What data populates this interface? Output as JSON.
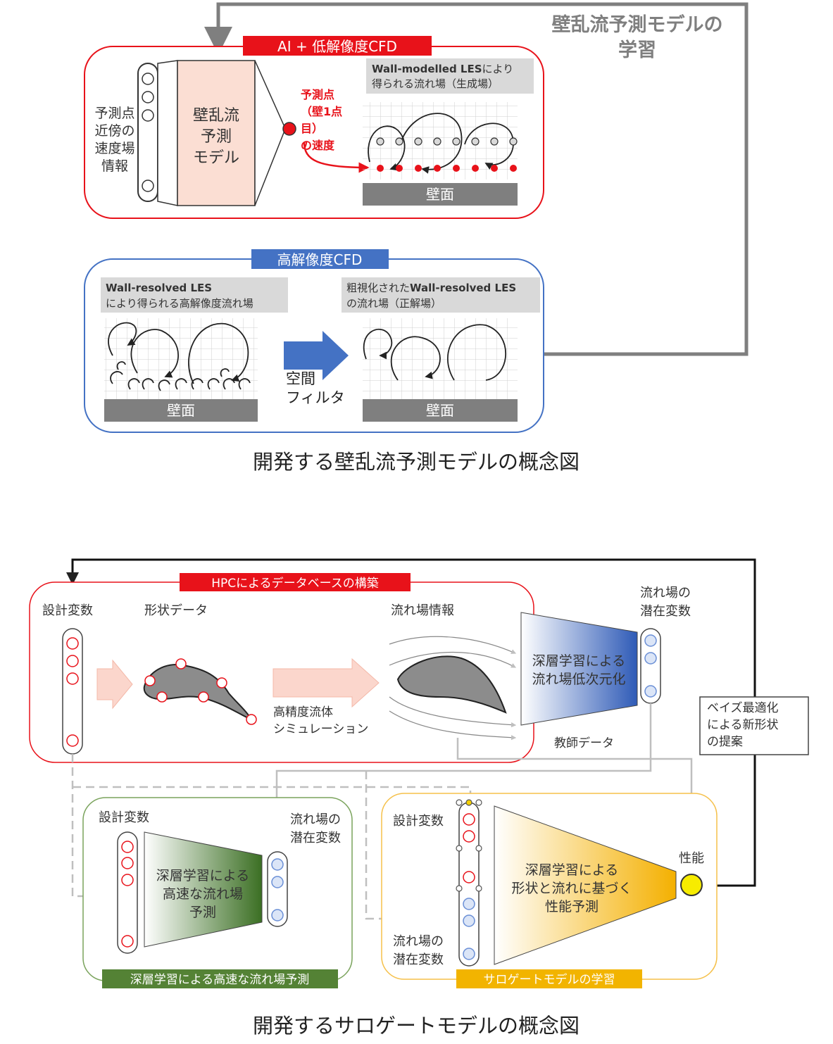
{
  "top": {
    "loop_label": [
      "壁乱流予測モデルの",
      "学習"
    ],
    "ai_panel": {
      "title": "AI + 低解像度CFD",
      "input_label": [
        "予測点",
        "近傍の",
        "速度場",
        "情報"
      ],
      "model_label": [
        "壁乱流",
        "予測",
        "モデル"
      ],
      "output_label": [
        "予測点",
        "（壁1点",
        "目）",
        "の速度"
      ],
      "field_title_bold": "Wall-modelled LES",
      "field_title_rest": "により",
      "field_title_line2": "得られる流れ場（生成場）",
      "wall": "壁面"
    },
    "hr_panel": {
      "title": "高解像度CFD",
      "left_title_bold": "Wall-resolved LES",
      "left_title_line2": "により得られる高解像度流れ場",
      "right_title_pre": "粗視化された",
      "right_title_bold": "Wall-resolved LES",
      "right_title_line2": "の流れ場（正解場）",
      "filter_label": [
        "空間",
        "フィルタ"
      ],
      "wall_left": "壁面",
      "wall_right": "壁面"
    },
    "caption": "開発する壁乱流予測モデルの概念図"
  },
  "bottom": {
    "hpc_title": "HPCによるデータベースの構築",
    "design_vars": "設計変数",
    "shape_data": "形状データ",
    "flow_info": "流れ場情報",
    "sim_label": [
      "高精度流体",
      "シミュレーション"
    ],
    "encoder_label": [
      "深層学習による",
      "流れ場低次元化"
    ],
    "latent_label": [
      "流れ場の",
      "潜在変数"
    ],
    "teacher": "教師データ",
    "bayes_label": [
      "ベイズ最適化",
      "による新形状",
      "の提案"
    ],
    "green_design_vars": "設計変数",
    "green_latent": [
      "流れ場の",
      "潜在変数"
    ],
    "green_model": [
      "深層学習による",
      "高速な流れ場",
      "予測"
    ],
    "green_title": "深層学習による高速な流れ場予測",
    "yellow_design_vars": "設計変数",
    "yellow_latent": [
      "流れ場の",
      "潜在変数"
    ],
    "yellow_model": [
      "深層学習による",
      "形状と流れに基づく",
      "性能予測"
    ],
    "performance": "性能",
    "yellow_title": "サロゲートモデルの学習",
    "caption": "開発するサロゲートモデルの概念図"
  },
  "colors": {
    "red": "#e8121a",
    "blue": "#4472c4",
    "green": "#548235",
    "yellow": "#f2b400",
    "gray": "#7f7f7f"
  }
}
